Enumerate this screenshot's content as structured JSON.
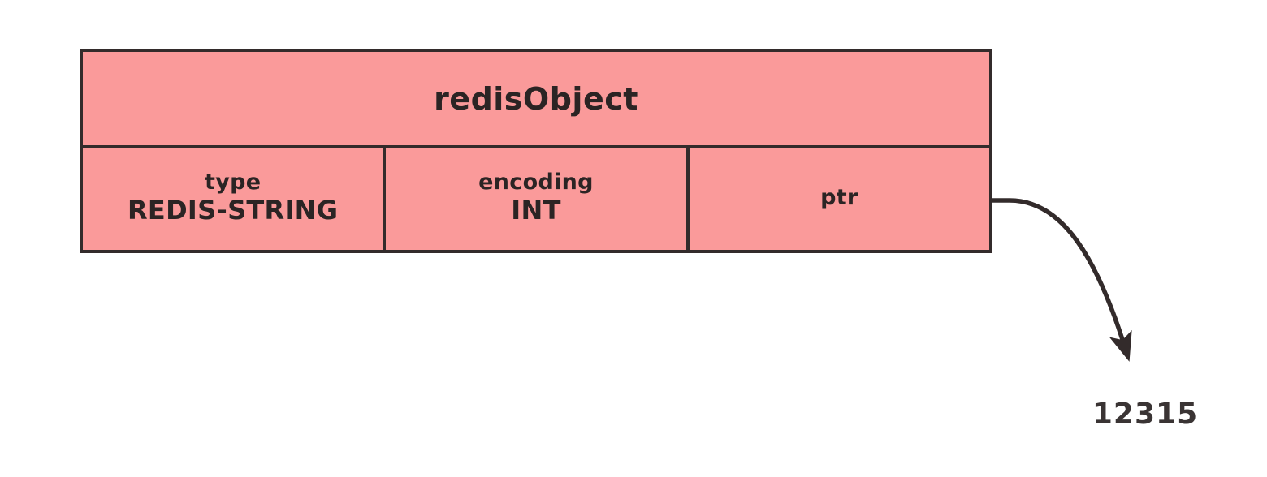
{
  "diagram": {
    "title": "redisObject",
    "box": {
      "fill_color": "#FA9A9A",
      "border_color": "#332B2B"
    },
    "fields": [
      {
        "key": "type",
        "value": "REDIS-STRING"
      },
      {
        "key": "encoding",
        "value": "INT"
      },
      {
        "key": "ptr",
        "value": ""
      }
    ],
    "pointer": {
      "icon": "curved-arrow-icon",
      "target_label": "12315",
      "color": "#332B2B"
    }
  }
}
